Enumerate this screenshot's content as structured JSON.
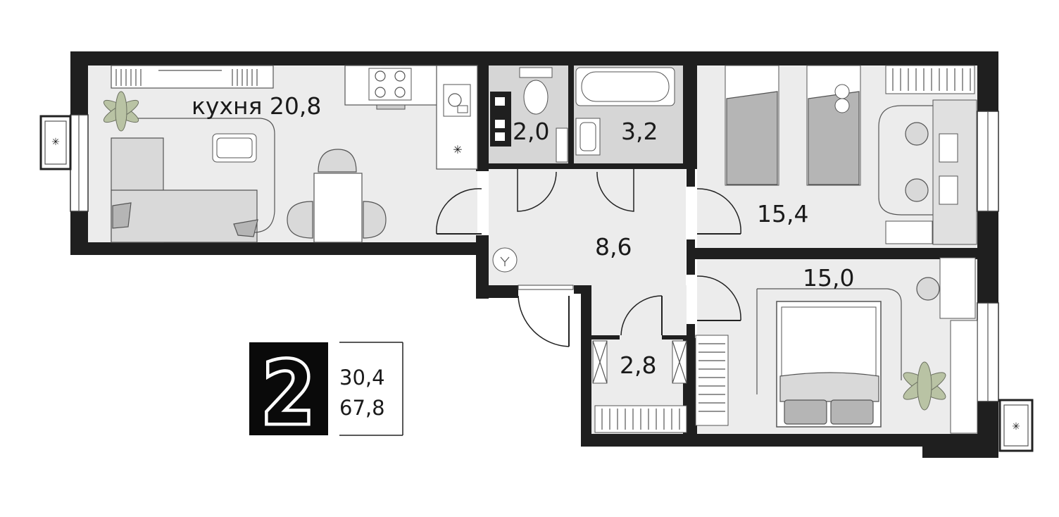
{
  "rooms": {
    "kitchen_label": "кухня 20,8",
    "wc_area": "2,0",
    "bath_area": "3,2",
    "hall_area": "8,6",
    "bedroom1_area": "15,4",
    "bedroom2_area": "15,0",
    "closet_area": "2,8"
  },
  "summary": {
    "rooms_count": "2",
    "living_area": "30,4",
    "total_area": "67,8"
  },
  "colors": {
    "wall": "#1f1f1f",
    "floor": "#ececec",
    "floor_tiles": "#d6d6d6",
    "plant": "#b9c3a4"
  }
}
